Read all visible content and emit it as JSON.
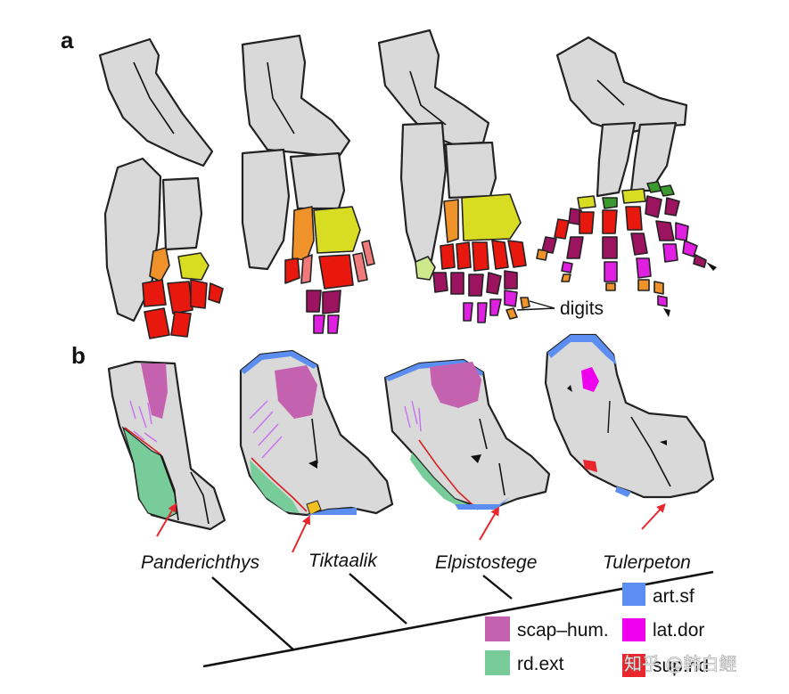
{
  "panels": {
    "a": "a",
    "b": "b"
  },
  "annotation": {
    "digits": "digits"
  },
  "taxa": [
    "Panderichthys",
    "Tiktaalik",
    "Elpistostege",
    "Tulerpeton"
  ],
  "legend": [
    {
      "label": "art.sf",
      "color": "#5b8ef0"
    },
    {
      "label": "lat.dor",
      "color": "#ee00ee"
    },
    {
      "label": "scap–hum.",
      "color": "#c462b0"
    },
    {
      "label": "rd.ext",
      "color": "#77cc99"
    },
    {
      "label": "sup.rid",
      "color": "#e8262c"
    }
  ],
  "watermark": "知乎 @韩白鲤",
  "colors": {
    "bone": "#d9d9d9",
    "orange": "#f0922a",
    "yellow": "#d8dc22",
    "red": "#e8180f",
    "salmon": "#f07a7a",
    "maroon": "#9c1360",
    "magenta": "#e020e0",
    "lightgreen": "#cce88a",
    "darkgreen": "#3a9a30",
    "teal": "#77cc99",
    "blue": "#5b8ef0",
    "violet": "#c462b0",
    "arrow": "#e8262c"
  }
}
